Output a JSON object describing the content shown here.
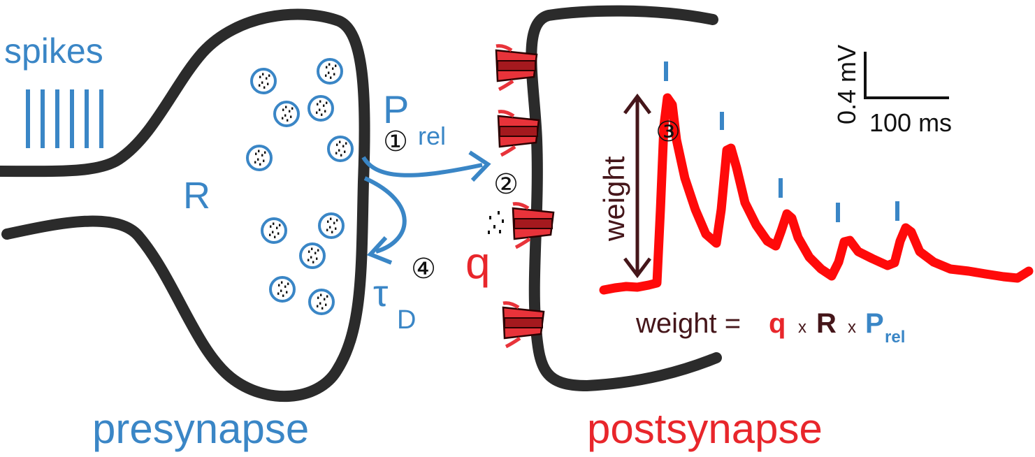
{
  "labels": {
    "spikes": "spikes",
    "reserve": "R",
    "prel_main": "P",
    "prel_sub": "rel",
    "tau_main": "τ",
    "tau_sub": "D",
    "quantal": "q",
    "weight_vertical": "weight",
    "presynapse": "presynapse",
    "postsynapse": "postsynapse"
  },
  "steps": [
    "①",
    "②",
    "③",
    "④"
  ],
  "scale_bar": {
    "voltage": "0.4 mV",
    "time": "100 ms"
  },
  "equation": {
    "lhs": "weight =",
    "q": "q",
    "times1": "x",
    "r": "R",
    "times2": "x",
    "p_main": "P",
    "p_sub": "rel"
  },
  "colors": {
    "presynaptic_blue": "#3a86c6",
    "postsynaptic_red": "#e8262b",
    "membrane": "#2b2b2b",
    "weight_dark": "#45161a",
    "receptor_dark": "#a4191e"
  }
}
